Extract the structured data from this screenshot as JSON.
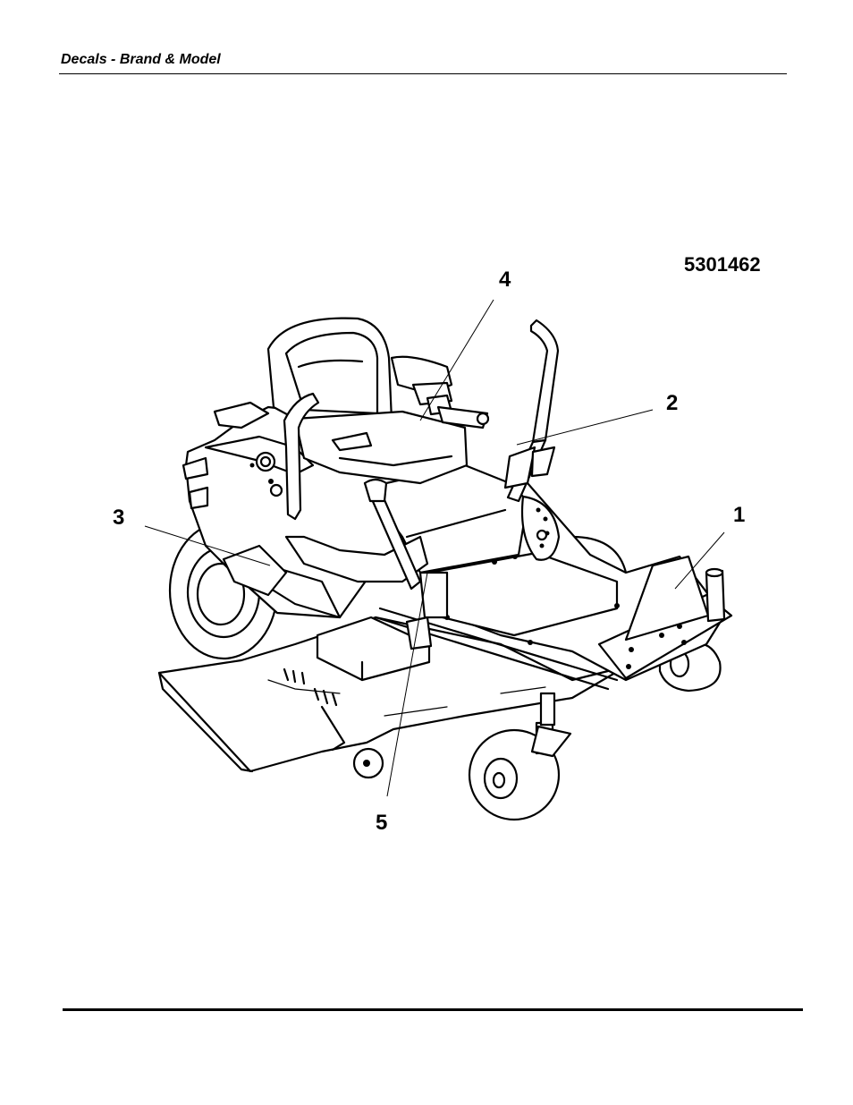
{
  "header": {
    "title": "Decals - Brand & Model"
  },
  "figure": {
    "figure_number": "5301462",
    "callouts": [
      "1",
      "2",
      "3",
      "4",
      "5"
    ]
  }
}
